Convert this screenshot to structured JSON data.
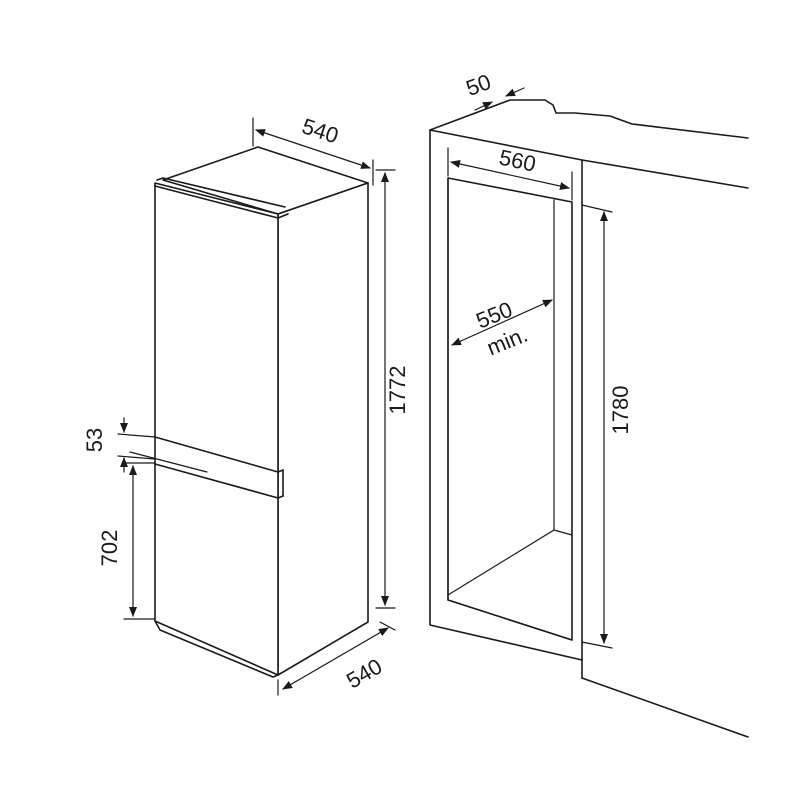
{
  "appliance": {
    "width_label": "540",
    "height_label": "1772",
    "depth_label": "540",
    "freezer_height_label": "702",
    "gap_label": "53"
  },
  "niche": {
    "offset_label": "50",
    "width_label": "560",
    "depth_label": "550",
    "depth_note": "min.",
    "height_label": "1780"
  }
}
